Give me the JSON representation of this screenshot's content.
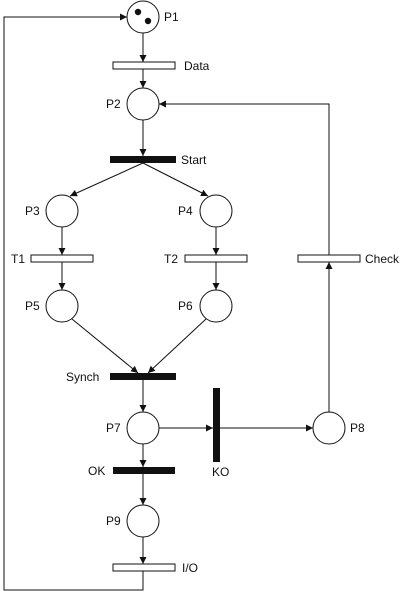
{
  "places": {
    "P1": "P1",
    "P2": "P2",
    "P3": "P3",
    "P4": "P4",
    "P5": "P5",
    "P6": "P6",
    "P7": "P7",
    "P8": "P8",
    "P9": "P9"
  },
  "transitions": {
    "data": "Data",
    "start": "Start",
    "t1": "T1",
    "t2": "T2",
    "check": "Check",
    "synch": "Synch",
    "ko": "KO",
    "ok": "OK",
    "io": "I/O"
  },
  "tokens": {
    "P1": 2
  },
  "colors": {
    "stroke": "#111111",
    "fill": "#ffffff"
  }
}
